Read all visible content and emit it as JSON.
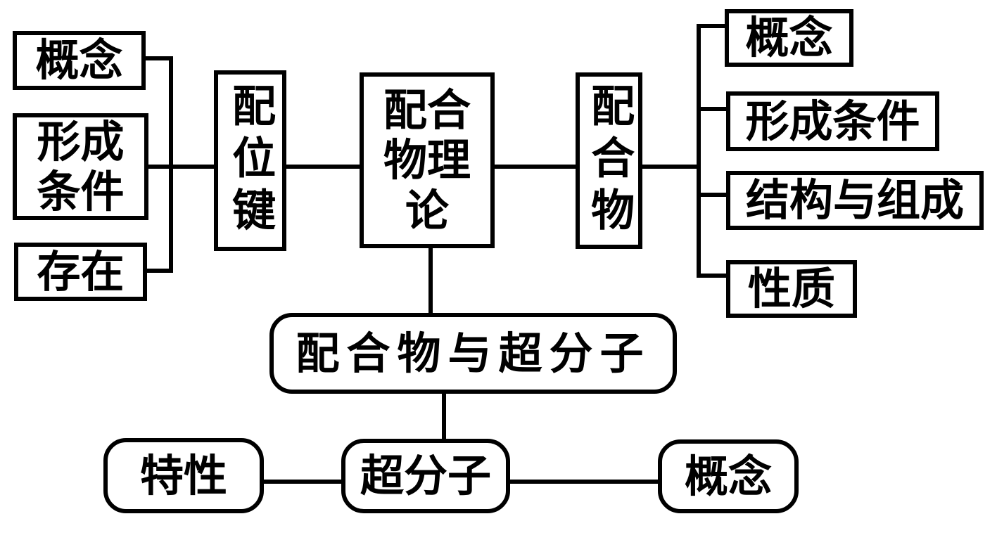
{
  "diagram": {
    "background_color": "#ffffff",
    "stroke_color": "#000000",
    "text_color": "#000000",
    "nodes": {
      "left_concept": {
        "label": "概念"
      },
      "left_formation_conditions": {
        "label": "形成条件"
      },
      "left_existence": {
        "label": "存在"
      },
      "coordinate_bond": {
        "label": "配位键"
      },
      "coordination_compound_theory": {
        "label": "配合物理论"
      },
      "coordination_compound": {
        "label": "配合物"
      },
      "right_concept": {
        "label": "概念"
      },
      "right_formation_conditions": {
        "label": "形成条件"
      },
      "structure_and_composition": {
        "label": "结构与组成"
      },
      "properties": {
        "label": "性质"
      },
      "coordination_compound_and_supramolecule": {
        "label": "配合物与超分子"
      },
      "supramolecule": {
        "label": "超分子"
      },
      "characteristics": {
        "label": "特性"
      },
      "bottom_concept": {
        "label": "概念"
      }
    },
    "connections": [
      {
        "from": "coordinate_bond",
        "to": "left_concept"
      },
      {
        "from": "coordinate_bond",
        "to": "left_formation_conditions"
      },
      {
        "from": "coordinate_bond",
        "to": "left_existence"
      },
      {
        "from": "coordination_compound_theory",
        "to": "coordinate_bond"
      },
      {
        "from": "coordination_compound_theory",
        "to": "coordination_compound"
      },
      {
        "from": "coordination_compound",
        "to": "right_concept"
      },
      {
        "from": "coordination_compound",
        "to": "right_formation_conditions"
      },
      {
        "from": "coordination_compound",
        "to": "structure_and_composition"
      },
      {
        "from": "coordination_compound",
        "to": "properties"
      },
      {
        "from": "coordination_compound_theory",
        "to": "coordination_compound_and_supramolecule"
      },
      {
        "from": "coordination_compound_and_supramolecule",
        "to": "supramolecule"
      },
      {
        "from": "supramolecule",
        "to": "characteristics"
      },
      {
        "from": "supramolecule",
        "to": "bottom_concept"
      }
    ]
  }
}
